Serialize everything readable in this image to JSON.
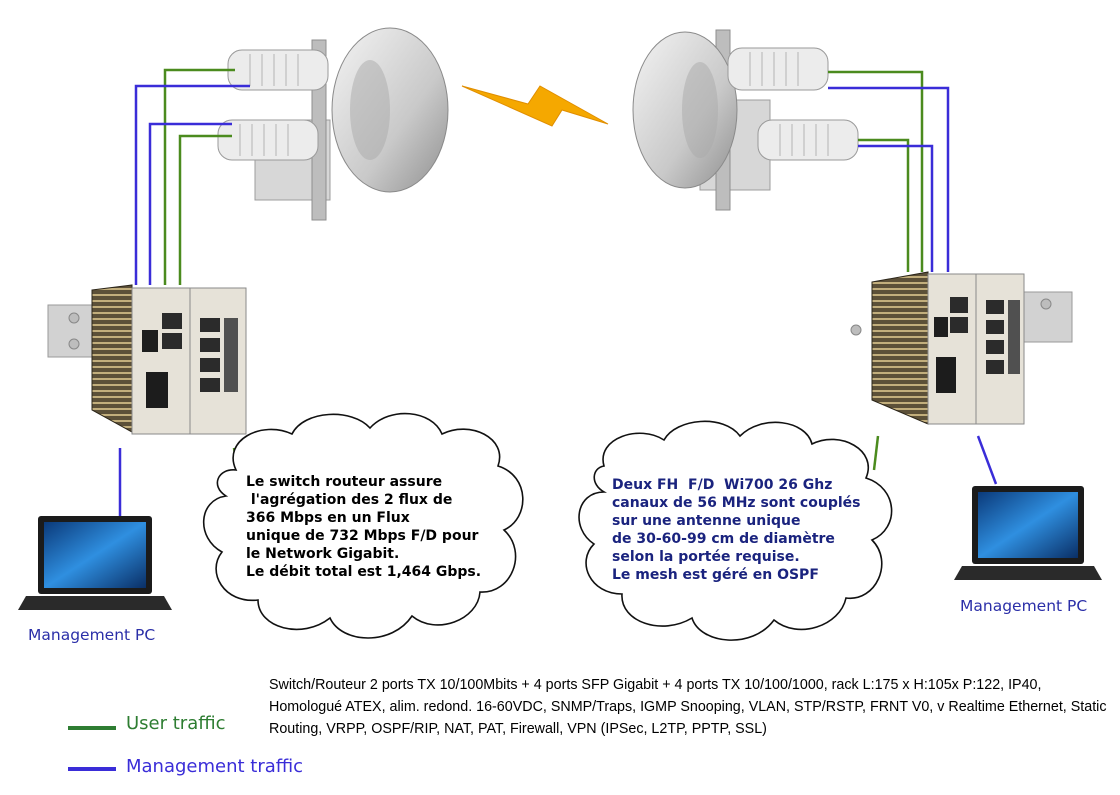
{
  "left_cloud": {
    "lines": [
      "Le switch routeur assure",
      " l'agrégation des 2 flux de",
      "366 Mbps en un Flux",
      "unique de 732 Mbps F/D pour",
      "le Network Gigabit.",
      "Le débit total est 1,464 Gbps."
    ]
  },
  "right_cloud": {
    "lines": [
      "Deux FH  F/D  Wi700 26 Ghz",
      "canaux de 56 MHz sont couplés",
      "sur une antenne unique",
      "de 30-60-99 cm de diamètre",
      "selon la portée requise.",
      "Le mesh est géré en OSPF"
    ]
  },
  "pc_left_label": "Management PC",
  "pc_right_label": "Management PC",
  "specs_text": "Switch/Routeur 2 ports TX 10/100Mbits + 4 ports SFP  Gigabit + 4 ports TX 10/100/1000, rack L:175 x H:105x P:122, IP40, Homologué ATEX, alim. redond. 16-60VDC, SNMP/Traps, IGMP Snooping, VLAN, STP/RSTP, FRNT V0, v Realtime Ethernet, Static Routing, VRPP, OSPF/RIP, NAT, PAT, Firewall, VPN (IPSec, L2TP, PPTP, SSL)",
  "legend": {
    "user_traffic": "User traffic",
    "management_traffic": "Management traffic"
  },
  "colors": {
    "user_traffic": "#2e7d32",
    "management_traffic": "#3a2dd8",
    "lightning": "#f5a800",
    "right_cloud_text": "#1a237e"
  }
}
